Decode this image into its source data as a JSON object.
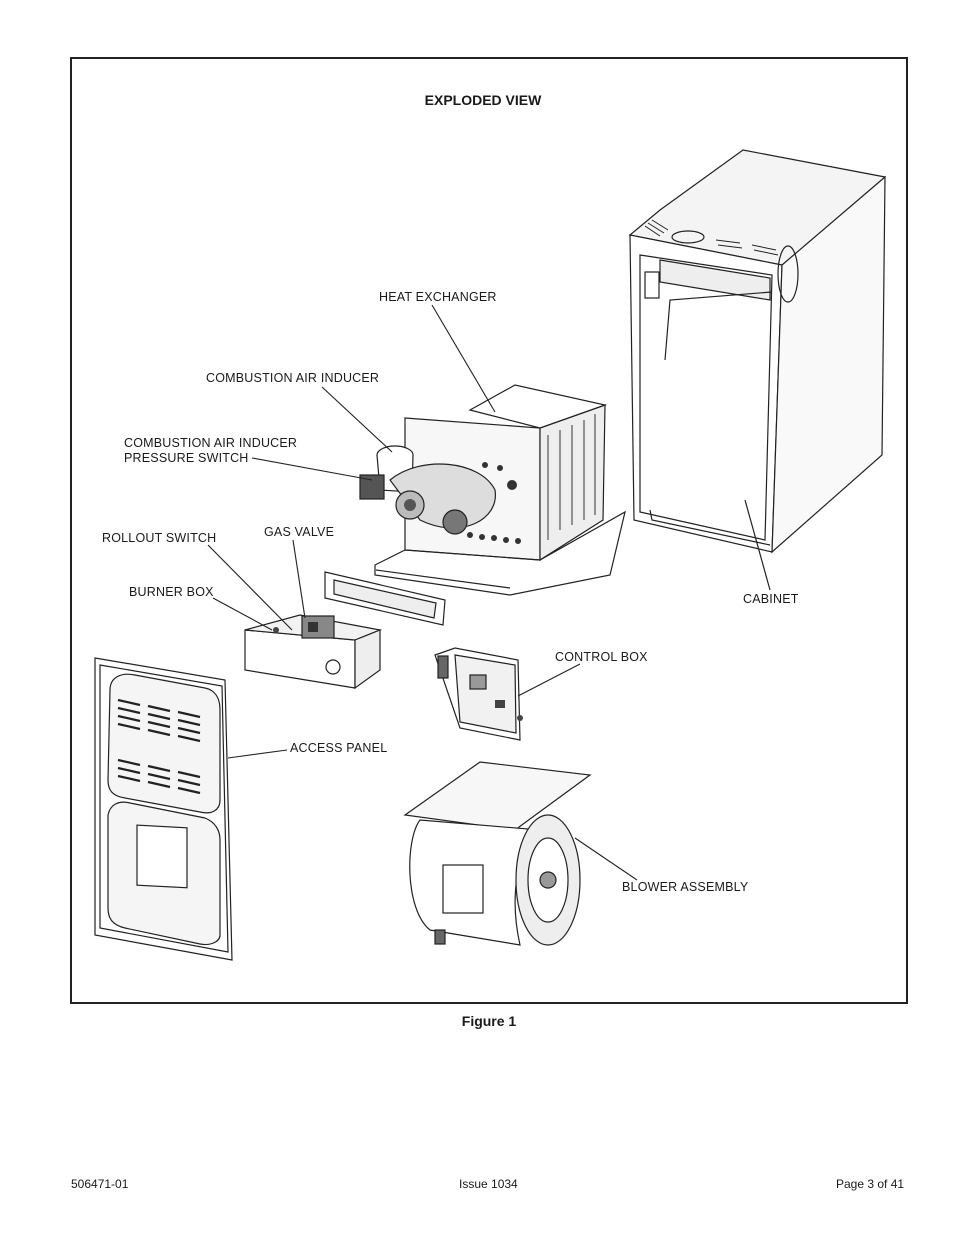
{
  "figure": {
    "title": "EXPLODED VIEW",
    "caption": "Figure 1",
    "labels": {
      "heat_exchanger": "HEAT EXCHANGER",
      "combustion_air_inducer": "COMBUSTION AIR INDUCER",
      "pressure_switch_line1": "COMBUSTION AIR INDUCER",
      "pressure_switch_line2": "PRESSURE SWITCH",
      "rollout_switch": "ROLLOUT SWITCH",
      "gas_valve": "GAS VALVE",
      "burner_box": "BURNER BOX",
      "cabinet": "CABINET",
      "control_box": "CONTROL BOX",
      "access_panel": "ACCESS PANEL",
      "blower_assembly": "BLOWER ASSEMBLY"
    }
  },
  "footer": {
    "doc_number": "506471-01",
    "issue": "Issue 1034",
    "page": "Page 3 of  41"
  }
}
